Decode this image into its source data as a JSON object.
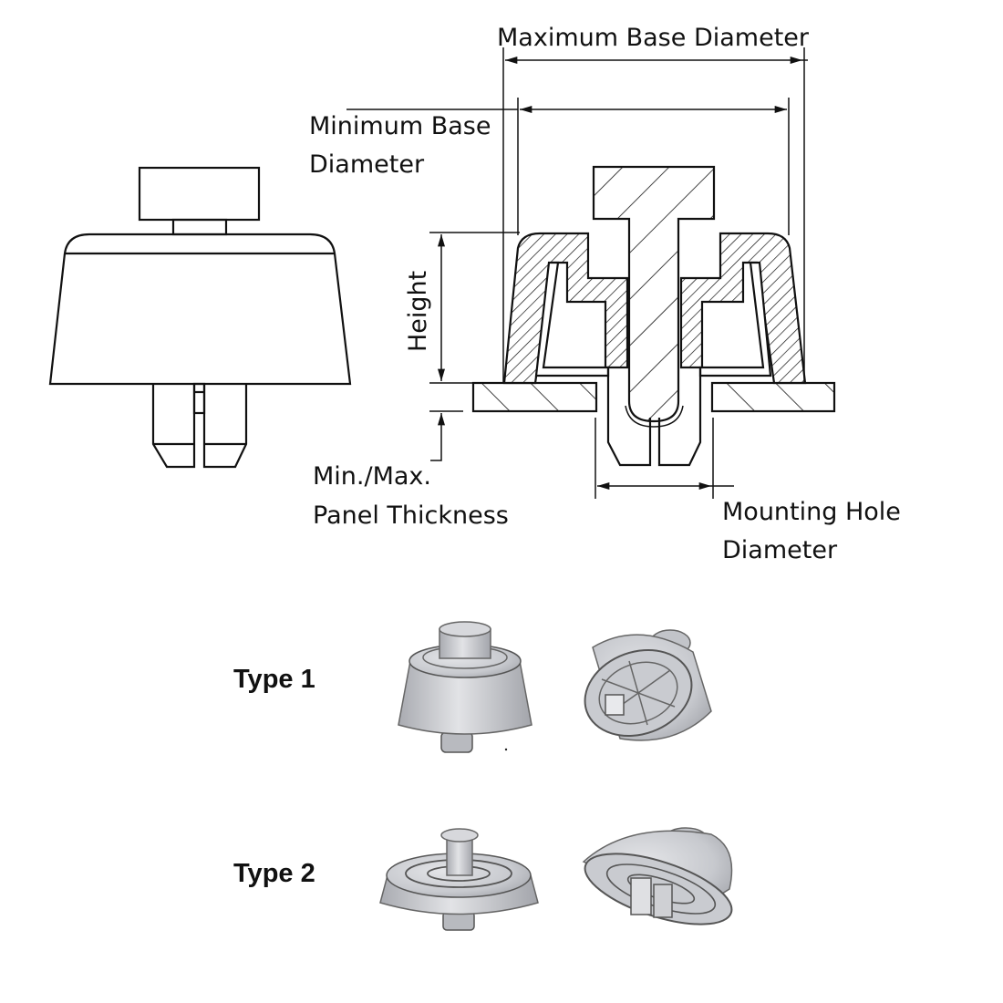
{
  "diagram": {
    "title": "Push-in bumper / rivet foot dimension diagram",
    "labels": {
      "max_base_diameter": "Maximum Base Diameter",
      "min_base_diameter_line1": "Minimum Base",
      "min_base_diameter_line2": "Diameter",
      "height": "Height",
      "panel_thickness_line1": "Min./Max.",
      "panel_thickness_line2": "Panel Thickness",
      "mounting_hole_line1": "Mounting Hole",
      "mounting_hole_line2": "Diameter"
    },
    "views": {
      "side_view": "side-elevation",
      "section_view": "cross-section-installed"
    },
    "types": [
      {
        "label": "Type 1",
        "renders": [
          "top-iso-view",
          "bottom-iso-view"
        ]
      },
      {
        "label": "Type 2",
        "renders": [
          "top-iso-view",
          "bottom-iso-view"
        ]
      }
    ],
    "colors": {
      "line": "#111111",
      "render_body": "#c9cbd0",
      "render_shadow": "#8e9096",
      "background": "#ffffff"
    }
  }
}
